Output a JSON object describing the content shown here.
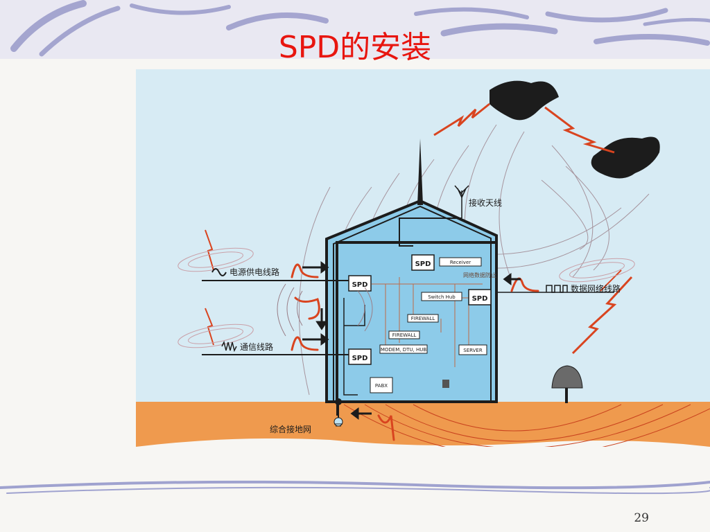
{
  "slide": {
    "title": "SPD的安装",
    "page_number": "29"
  },
  "diagram": {
    "labels": {
      "antenna": "接收天线",
      "power_line": "电源供电线路",
      "comm_line": "通信线路",
      "data_line": "数据网络线路",
      "ground": "综合接地网"
    },
    "spd_label": "SPD",
    "devices": {
      "receiver": "Receiver",
      "switch_hub": "Switch Hub",
      "firewall_1": "FIREWALL",
      "firewall_2": "FIREWALL",
      "modem": "MODEM, DTU, HUB",
      "server": "SERVER",
      "pabx": "PABX",
      "net_guard": "网络数据防止"
    }
  },
  "colors": {
    "title": "#e8150f",
    "sky": "#d7ebf4",
    "house": "#8dcbe9",
    "ground": "#ef9a4e",
    "surge": "#d9441f",
    "cloud": "#1c1c1c"
  }
}
